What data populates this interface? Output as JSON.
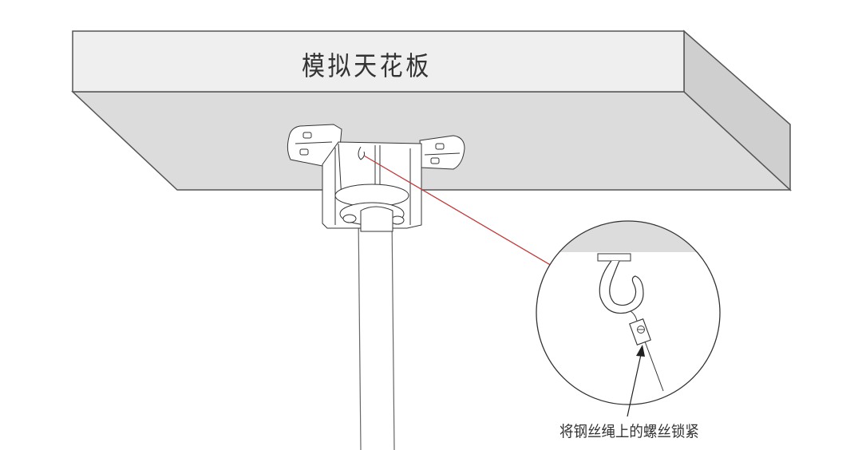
{
  "diagram": {
    "ceiling_label": "模拟天花板",
    "callout_caption": "将钢丝绳上的螺丝锁紧",
    "colors": {
      "ceiling_front": "#efefef",
      "ceiling_bottom": "#dcdcdc",
      "ceiling_side": "#cfcfcf",
      "outline": "#555555",
      "pointer_arrow": "#d42a2a",
      "caption_arrow": "#222222"
    },
    "elements": [
      {
        "name": "simulated-ceiling",
        "type": "3d-box"
      },
      {
        "name": "mounting-bracket",
        "type": "bracket-with-screws"
      },
      {
        "name": "mounting-pole",
        "type": "vertical-pipe"
      },
      {
        "name": "detail-callout-circle",
        "type": "magnified-view",
        "content": "ceiling hook with steel wire rope clamp screw"
      }
    ]
  }
}
